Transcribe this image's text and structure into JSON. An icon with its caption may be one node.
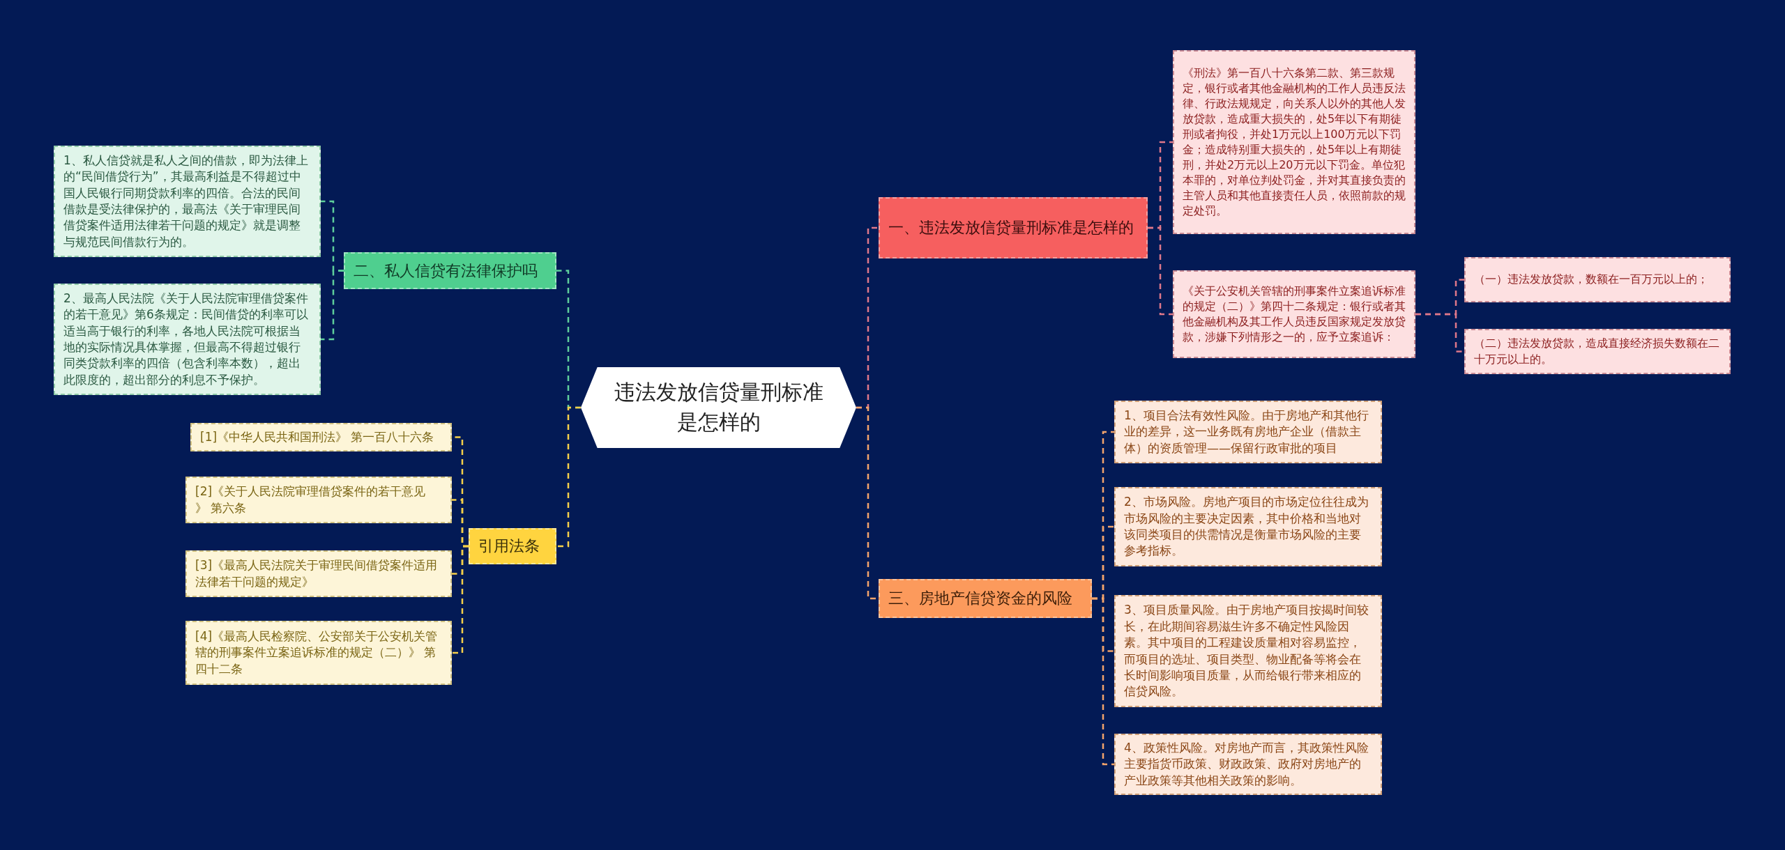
{
  "diagram": {
    "nodes": [
      {
        "text": [
          "违法发放信贷量刑标准是怎样的"
        ]
      },
      {
        "text": [
          "一、违法发放信贷量刑标准是怎样的"
        ]
      },
      {
        "text": [
          "《刑法》第一百八十六条第二款、第三款规定，银行或者其他金融机构的工作人员违反法律、行政法规规定，向关系人以外的其他人发放贷款，造成重大损失的，处5年以下有期徒刑或者拘役，并处1万元以上100万元以下罚金；造成特别重大损失的，处5年以上有期徒刑，并处2万元以上20万元以下罚金。单位犯本罪的，对单位判处罚金，并对其直接负责的主管人员和其他直接责任人员，依照前款的规定处罚。"
        ]
      },
      {
        "text": [
          "《关于公安机关管辖的刑事案件立案追诉标准的规定（二）》第四十二条规定：银行或者其他金融机构及其工作人员违反国家规定发放贷款，涉嫌下列情形之一的，应予立案追诉："
        ]
      },
      {
        "text": [
          "（一）违法发放贷款，数额在一百万元以上的；"
        ]
      },
      {
        "text": [
          "（二）违法发放贷款，造成直接经济损失数额在二十万元以上的。"
        ]
      },
      {
        "text": [
          "三、房地产信贷资金的风险"
        ]
      },
      {
        "text": [
          "1、项目合法有效性风险。由于房地产和其他行业的差异，这一业务既有房地产企业（借款主体）的资质管理——保留行政审批的项目"
        ]
      },
      {
        "text": [
          "2、市场风险。房地产项目的市场定位往往成为市场风险的主要决定因素，其中价格和当地对该同类项目的供需情况是衡量市场风险的主要参考指标。"
        ]
      },
      {
        "text": [
          "3、项目质量风险。由于房地产项目按揭时间较长，在此期间容易滋生许多不确定性风险因素。其中项目的工程建设质量相对容易监控，而项目的选址、项目类型、物业配备等将会在长时间影响项目质量，从而给银行带来相应的信贷风险。"
        ]
      },
      {
        "text": [
          "4、政策性风险。对房地产而言，其政策性风险主要指货币政策、财政政策、政府对房地产的产业政策等其他相关政策的影响。"
        ]
      },
      {
        "text": [
          "二、私人信贷有法律保护吗"
        ]
      },
      {
        "text": [
          "1、私人信贷就是私人之间的借款，即为法律上的“民间借贷行为”，其最高利益是不得超过中国人民银行同期贷款利率的四倍。合法的民间借款是受法律保护的，最高法《关于审理民间借贷案件适用法律若干问题的规定》就是调整与规范民间借款行为的。"
        ]
      },
      {
        "text": [
          "2、最高人民法院《关于人民法院审理借贷案件的若干意见》第6条规定：民间借贷的利率可以适当高于银行的利率，各地人民法院可根据当地的实际情况具体掌握，但最高不得超过银行同类贷款利率的四倍（包含利率本数），超出此限度的，超出部分的利息不予保护。"
        ]
      },
      {
        "text": [
          "引用法条"
        ]
      },
      {
        "text": [
          "[1]《中华人民共和国刑法》 第一百八十六条"
        ]
      },
      {
        "text": [
          "[2]《关于人民法院审理借贷案件的若干意见》 第六条"
        ]
      },
      {
        "text": [
          "[3]《最高人民法院关于审理民间借贷案件适用法律若干问题的规定》"
        ]
      },
      {
        "text": [
          "[4]《最高人民检察院、公安部关于公安机关管辖的刑事案件立案追诉标准的规定（二）》 第四十二条"
        ]
      }
    ],
    "edges": [
      {
        "from": 0,
        "to": 1,
        "arrow": "none",
        "style": "dashed",
        "color": "#e0788a"
      },
      {
        "from": 1,
        "to": 2,
        "arrow": "none",
        "style": "dashed",
        "color": "#e0788a"
      },
      {
        "from": 1,
        "to": 3,
        "arrow": "none",
        "style": "dashed",
        "color": "#e0788a"
      },
      {
        "from": 3,
        "to": 4,
        "arrow": "none",
        "style": "dashed",
        "color": "#e0788a"
      },
      {
        "from": 3,
        "to": 5,
        "arrow": "none",
        "style": "dashed",
        "color": "#e0788a"
      },
      {
        "from": 0,
        "to": 6,
        "arrow": "none",
        "style": "dashed",
        "color": "#f3a46c"
      },
      {
        "from": 6,
        "to": 7,
        "arrow": "none",
        "style": "dashed",
        "color": "#f3a46c"
      },
      {
        "from": 6,
        "to": 8,
        "arrow": "none",
        "style": "dashed",
        "color": "#f3a46c"
      },
      {
        "from": 6,
        "to": 9,
        "arrow": "none",
        "style": "dashed",
        "color": "#f3a46c"
      },
      {
        "from": 6,
        "to": 10,
        "arrow": "none",
        "style": "dashed",
        "color": "#f3a46c"
      },
      {
        "from": 0,
        "to": 11,
        "arrow": "none",
        "style": "dashed",
        "color": "#5fd09c"
      },
      {
        "from": 11,
        "to": 12,
        "arrow": "none",
        "style": "dashed",
        "color": "#5fd09c"
      },
      {
        "from": 11,
        "to": 13,
        "arrow": "none",
        "style": "dashed",
        "color": "#5fd09c"
      },
      {
        "from": 0,
        "to": 14,
        "arrow": "none",
        "style": "dashed",
        "color": "#f5d04a"
      },
      {
        "from": 14,
        "to": 15,
        "arrow": "none",
        "style": "dashed",
        "color": "#f5d04a"
      },
      {
        "from": 14,
        "to": 16,
        "arrow": "none",
        "style": "dashed",
        "color": "#f5d04a"
      },
      {
        "from": 14,
        "to": 17,
        "arrow": "none",
        "style": "dashed",
        "color": "#f5d04a"
      },
      {
        "from": 14,
        "to": 18,
        "arrow": "none",
        "style": "dashed",
        "color": "#f5d04a"
      }
    ]
  }
}
